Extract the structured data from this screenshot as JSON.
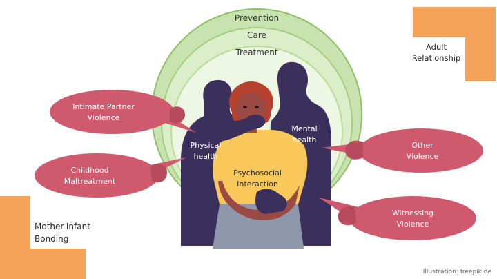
{
  "rings": {
    "outer_label": "Prevention",
    "middle_label": "Care",
    "inner_label": "Treatment"
  },
  "corners": {
    "top_right_line1": "Adult",
    "top_right_line2": "Relationship",
    "bottom_left_line1": "Mother-Infant",
    "bottom_left_line2": "Bonding"
  },
  "bubbles": {
    "intimate_partner_line1": "Intimate Partner",
    "intimate_partner_line2": "Violence",
    "childhood_line1": "Childhood",
    "childhood_line2": "Maltreatment",
    "other_line1": "Other",
    "other_line2": "Violence",
    "witnessing_line1": "Witnessing",
    "witnessing_line2": "Violence"
  },
  "figures": {
    "physical_line1": "Physical",
    "physical_line2": "health",
    "mental_line1": "Mental",
    "mental_line2": "health",
    "psychosocial_line1": "Psychosocial",
    "psychosocial_line2": "Interaction"
  },
  "credit": "Illustration: freepik.de",
  "colors": {
    "ring_outer": "#c9e3b0",
    "ring_middle": "#dcedc9",
    "ring_inner": "#eef6e4",
    "ring_stroke": "#8cc063",
    "corner": "#f5a35b",
    "bubble": "#cf5a6e",
    "figure": "#3b2f5c",
    "shirt": "#f8c95a",
    "skirt": "#8f98ab",
    "skin": "#9a4a43",
    "hair": "#b5412e"
  }
}
